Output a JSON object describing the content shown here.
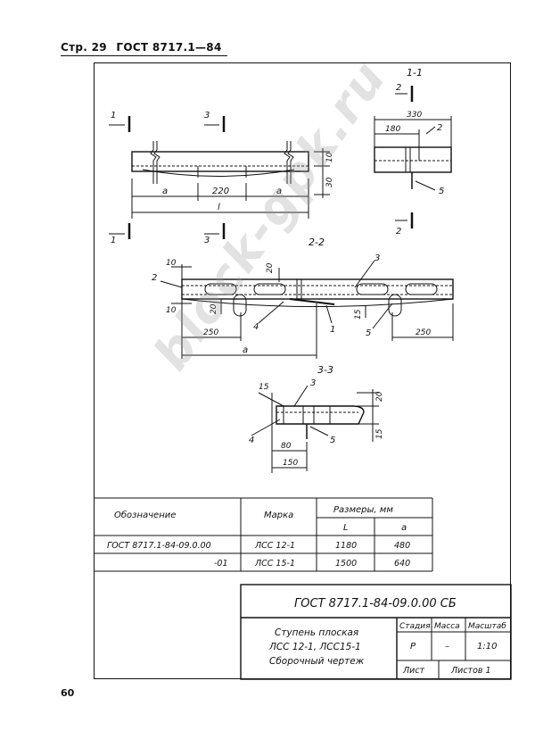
{
  "header": {
    "page_label": "Стр. 29",
    "standard": "ГОСТ 8717.1—84"
  },
  "page_number": "60",
  "watermark": "block-gpk.ru",
  "sections": {
    "s11": "1-1",
    "s22": "2-2",
    "s33": "3-3",
    "cut1": "1",
    "cut2": "2",
    "cut3": "3"
  },
  "dimensions": {
    "elev_a": "a",
    "elev_220": "220",
    "elev_L": "l",
    "elev_10": "10",
    "elev_30": "30",
    "sec_330": "330",
    "sec_180": "180",
    "p22_10a": "10",
    "p22_20": "20",
    "p22_10b": "10",
    "p22_20v": "20",
    "p22_15": "15",
    "p22_250a": "250",
    "p22_250b": "250",
    "p22_a": "a",
    "p33_15": "15",
    "p33_20": "20",
    "p33_15b": "15",
    "p33_80": "80",
    "p33_150": "150"
  },
  "leaders": {
    "l1": "1",
    "l2": "2",
    "l3": "3",
    "l4": "4",
    "l5": "5"
  },
  "spec_table": {
    "col_designation": "Обозначение",
    "col_mark": "Марка",
    "col_sizes": "Размеры, мм",
    "col_L": "L",
    "col_a": "a",
    "rows": [
      {
        "designation": "ГОСТ 8717.1-84-09.0.00",
        "mark": "ЛСС 12-1",
        "L": "1180",
        "a": "480"
      },
      {
        "designation": "-01",
        "mark": "ЛСС 15-1",
        "L": "1500",
        "a": "640"
      }
    ]
  },
  "title_block": {
    "doc_code": "ГОСТ 8717.1-84-09.0.00 СБ",
    "name_line1": "Ступень плоская",
    "name_line2": "ЛСС 12-1, ЛСС15-1",
    "name_line3": "Сборочный чертеж",
    "stage_label": "Стадия",
    "mass_label": "Масса",
    "scale_label": "Масштаб",
    "stage_value": "Р",
    "mass_value": "–",
    "scale_value": "1:10",
    "sheet_label": "Лист",
    "sheets_label": "Листов 1"
  }
}
